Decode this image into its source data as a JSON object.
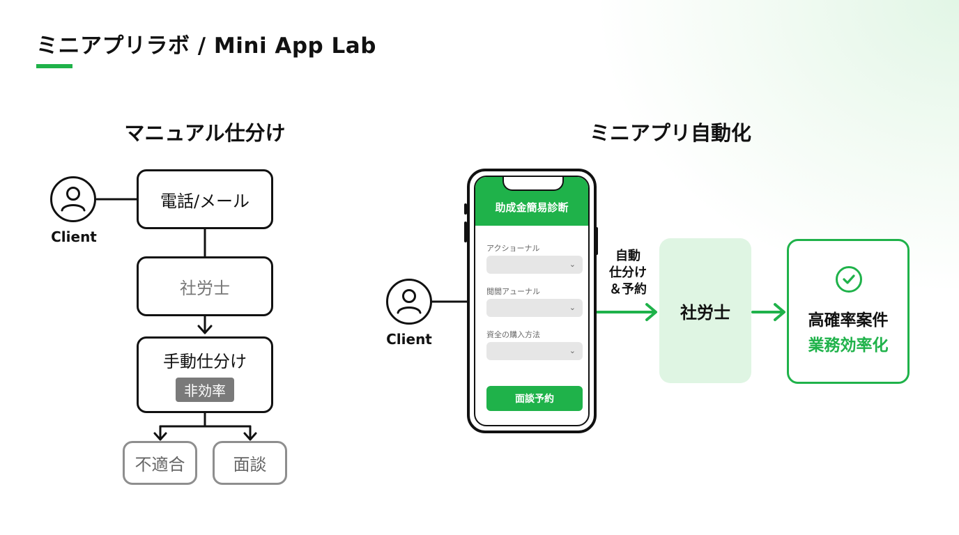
{
  "header": {
    "title": "ミニアプリラボ / Mini App Lab"
  },
  "colors": {
    "accent": "#1fb24a",
    "accent_light": "#dff5e3",
    "grey": "#7a7a7a"
  },
  "manual": {
    "title": "マニュアル仕分け",
    "client_label": "Client",
    "step1": "電話/メール",
    "step2": "社労士",
    "step3": "手動仕分け",
    "step3_badge": "非効率",
    "outcome_left": "不適合",
    "outcome_right": "面談"
  },
  "auto": {
    "title": "ミニアプリ自動化",
    "client_label": "Client",
    "phone": {
      "header": "助成金簡易診断",
      "field1_label": "アクショーナル",
      "field2_label": "閲閭アューナル",
      "field3_label": "資全の購入方法",
      "button": "面談予約"
    },
    "arrow_label_line1": "自動",
    "arrow_label_line2": "仕分け",
    "arrow_label_line3": "＆予約",
    "middle": "社労士",
    "result_line1": "高確率案件",
    "result_line2": "業務効率化"
  }
}
